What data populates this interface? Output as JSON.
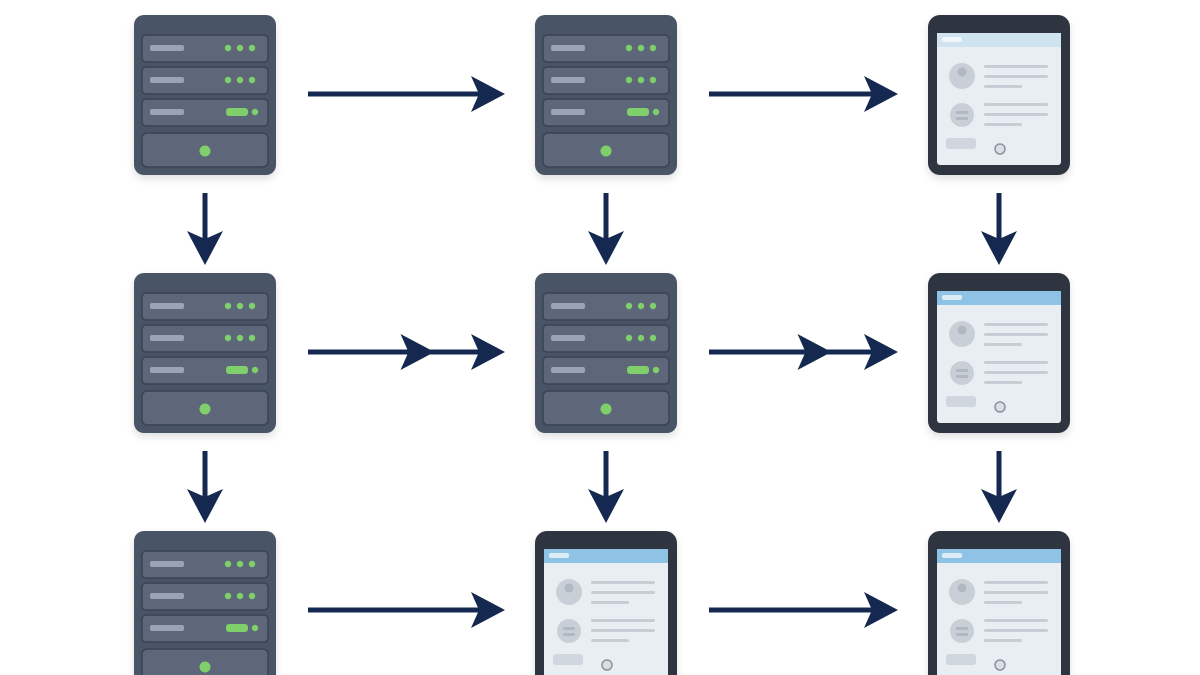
{
  "diagram": {
    "columns": 3,
    "rows": 3,
    "nodes": [
      {
        "row": 0,
        "col": 0,
        "kind": "server"
      },
      {
        "row": 0,
        "col": 1,
        "kind": "server"
      },
      {
        "row": 0,
        "col": 2,
        "kind": "tablet"
      },
      {
        "row": 1,
        "col": 0,
        "kind": "server"
      },
      {
        "row": 1,
        "col": 1,
        "kind": "server"
      },
      {
        "row": 1,
        "col": 2,
        "kind": "tablet"
      },
      {
        "row": 2,
        "col": 0,
        "kind": "server"
      },
      {
        "row": 2,
        "col": 1,
        "kind": "tablet"
      },
      {
        "row": 2,
        "col": 2,
        "kind": "tablet"
      }
    ],
    "edges": [
      {
        "from": [
          0,
          0
        ],
        "to": [
          0,
          1
        ],
        "style": "single"
      },
      {
        "from": [
          0,
          1
        ],
        "to": [
          0,
          2
        ],
        "style": "single"
      },
      {
        "from": [
          1,
          0
        ],
        "to": [
          1,
          1
        ],
        "style": "double"
      },
      {
        "from": [
          1,
          1
        ],
        "to": [
          1,
          2
        ],
        "style": "double"
      },
      {
        "from": [
          2,
          0
        ],
        "to": [
          2,
          1
        ],
        "style": "single"
      },
      {
        "from": [
          2,
          1
        ],
        "to": [
          2,
          2
        ],
        "style": "single"
      },
      {
        "from": [
          0,
          0
        ],
        "to": [
          1,
          0
        ],
        "style": "single"
      },
      {
        "from": [
          1,
          0
        ],
        "to": [
          2,
          0
        ],
        "style": "single"
      },
      {
        "from": [
          0,
          1
        ],
        "to": [
          1,
          1
        ],
        "style": "single"
      },
      {
        "from": [
          1,
          1
        ],
        "to": [
          2,
          1
        ],
        "style": "single"
      },
      {
        "from": [
          0,
          2
        ],
        "to": [
          1,
          2
        ],
        "style": "single"
      },
      {
        "from": [
          1,
          2
        ],
        "to": [
          2,
          2
        ],
        "style": "single"
      }
    ]
  },
  "colors": {
    "server_body": "#4a5466",
    "server_bay": "#5d6779",
    "server_bay_edge": "#3b4352",
    "server_slot": "#9aa4b5",
    "led_green": "#7fcf6a",
    "tablet_frame": "#2f3640",
    "tablet_screen": "#e9eef3",
    "tablet_header": "#8ec3e6",
    "tablet_header_light": "#cfe3f1",
    "avatar": "#c9cfd6",
    "text_line": "#c7cdd4",
    "button": "#cfd6dd",
    "arrow": "#142850"
  }
}
